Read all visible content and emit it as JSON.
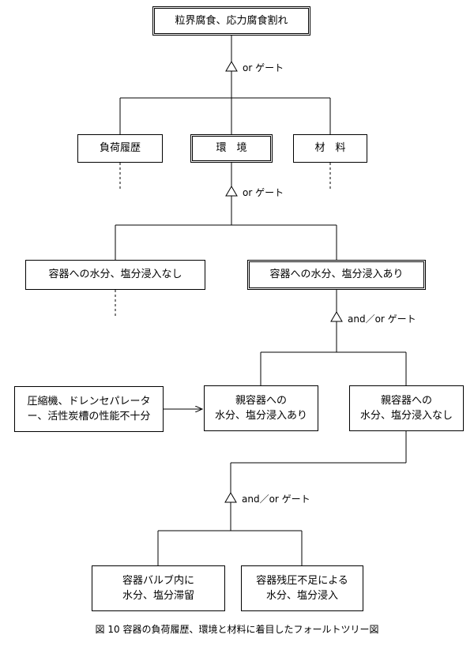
{
  "nodes": {
    "top": "粒界腐食、応力腐食割れ",
    "load_history": "負荷履歴",
    "environment": "環　境",
    "material": "材　料",
    "no_water": "容器への水分、塩分浸入なし",
    "water": "容器への水分、塩分浸入あり",
    "compressor_line1": "圧縮機、ドレンセパレータ",
    "compressor_line2": "ー、活性炭槽の性能不十分",
    "parent_yes_line1": "親容器への",
    "parent_yes_line2": "水分、塩分浸入あり",
    "parent_no_line1": "親容器への",
    "parent_no_line2": "水分、塩分浸入なし",
    "valve_line1": "容器バルブ内に",
    "valve_line2": "水分、塩分滞留",
    "residual_line1": "容器残圧不足による",
    "residual_line2": "水分、塩分浸入"
  },
  "gates": {
    "gate1": "or ゲート",
    "gate2": "or ゲート",
    "gate3": "and／or ゲート",
    "gate4": "and／or ゲート"
  },
  "caption": "図 10  容器の負荷履歴、環境と材料に着目したフォールトツリー図"
}
